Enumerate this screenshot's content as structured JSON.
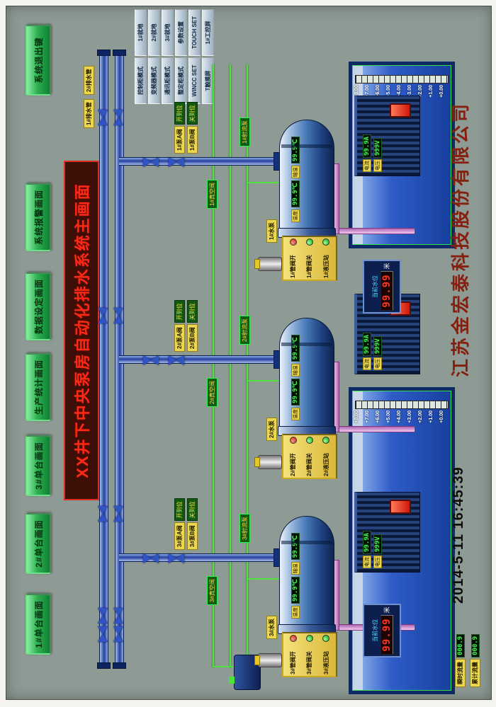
{
  "nav": {
    "buttons": [
      "1#单台画面",
      "2#单台画面",
      "3#单台画面",
      "生产统计画面",
      "数据设定画面",
      "系统报警画面"
    ],
    "exit_label": "系统退出键"
  },
  "title": "XX井下中央泵房自动化排水系统主画面",
  "mode_panel": {
    "buttons": [
      "控制柜模式",
      "1#就地",
      "变频器模式",
      "2#就地",
      "通讯柜模式",
      "3#就地",
      "整定柜模式",
      "参数设置",
      "WINCC SET",
      "TOUCH SET",
      "T触摸屏",
      "1#工控屏"
    ]
  },
  "pipeline": {
    "labels": [
      "1#排水管",
      "2#排水管"
    ]
  },
  "units": [
    {
      "num": "3#",
      "pump_label": "3#水泵",
      "valve_tags": [
        {
          "label": "3#泵A阀",
          "value": "开到位"
        },
        {
          "label": "3#泵B阀",
          "value": "关到位"
        }
      ],
      "line_tags": [
        "3#真空阀",
        "3#射流泵"
      ],
      "casing_readouts": [
        {
          "label": "温度",
          "value": "99.9℃"
        },
        {
          "label": "轴温",
          "value": "99.9℃"
        }
      ],
      "motor_readouts": [
        {
          "label": "电流",
          "value": "99.9A"
        },
        {
          "label": "电压",
          "value": "999V"
        }
      ],
      "panel_rows": [
        "3#管阀开",
        "3#管阀关",
        "3#液压站"
      ]
    },
    {
      "num": "2#",
      "pump_label": "2#水泵",
      "valve_tags": [
        {
          "label": "2#泵A阀",
          "value": "开到位"
        },
        {
          "label": "2#泵B阀",
          "value": "关到位"
        }
      ],
      "line_tags": [
        "2#真空阀",
        "2#射流泵"
      ],
      "casing_readouts": [
        {
          "label": "温度",
          "value": "99.9℃"
        },
        {
          "label": "轴温",
          "value": "99.9℃"
        }
      ],
      "motor_readouts": [
        {
          "label": "电流",
          "value": "99.9A"
        },
        {
          "label": "电压",
          "value": "999V"
        }
      ],
      "panel_rows": [
        "2#管阀开",
        "2#管阀关",
        "2#液压站"
      ]
    },
    {
      "num": "1#",
      "pump_label": "1#水泵",
      "valve_tags": [
        {
          "label": "1#泵A阀",
          "value": "开到位"
        },
        {
          "label": "1#泵B阀",
          "value": "关到位"
        }
      ],
      "line_tags": [
        "1#真空阀",
        "1#射流泵"
      ],
      "casing_readouts": [
        {
          "label": "温度",
          "value": "99.9℃"
        },
        {
          "label": "轴温",
          "value": "99.9℃"
        }
      ],
      "motor_readouts": [
        {
          "label": "电流",
          "value": "99.9A"
        },
        {
          "label": "电压",
          "value": "999V"
        }
      ],
      "panel_rows": [
        "1#管阀开",
        "1#管阀关",
        "1#液压站"
      ]
    }
  ],
  "tanks": [
    {
      "scale": [
        "+8.00",
        "+7.00",
        "+6.00",
        "+5.00",
        "+4.00",
        "+3.00",
        "+2.00",
        "+1.00",
        "+0.00"
      ]
    },
    {
      "scale": [
        "+8.00",
        "+7.00",
        "+6.00",
        "+5.00",
        "+4.00",
        "+3.00",
        "+2.00",
        "+1.00",
        "+0.00"
      ]
    }
  ],
  "level_displays": [
    {
      "label": "当前水位",
      "value": "99.99",
      "unit": "米"
    },
    {
      "label": "当前水位",
      "value": "99.99",
      "unit": "米"
    }
  ],
  "flow_readouts": [
    {
      "label": "瞬时流量",
      "value": "000.9"
    },
    {
      "label": "累计流量",
      "value": "000.9"
    }
  ],
  "footer": {
    "datetime": "2014-5-11  16:45:39",
    "company": "江苏金宏泰科技股份有限公司"
  }
}
